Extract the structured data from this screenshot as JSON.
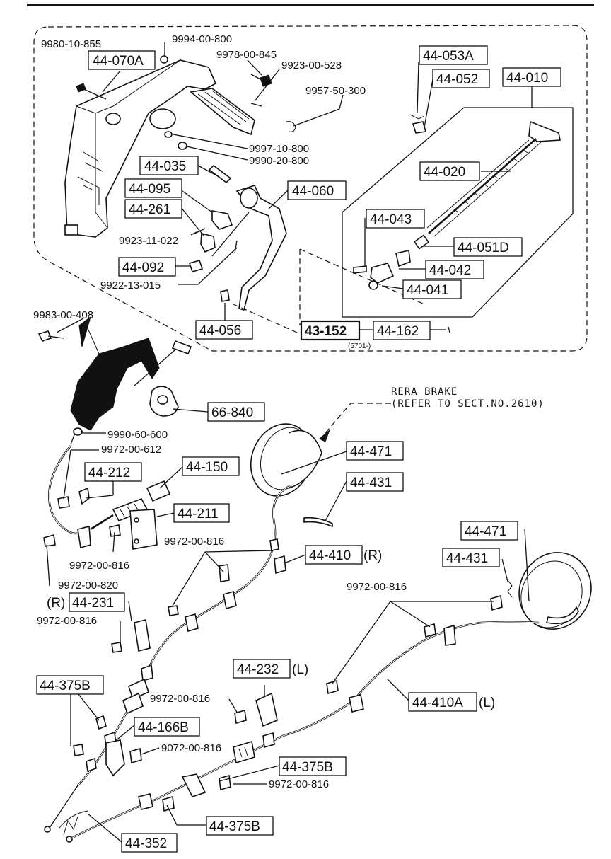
{
  "labels": {
    "p1": "9980-10-855",
    "p2": "44-070A",
    "p3": "9994-00-800",
    "p4": "9978-00-845",
    "p5": "9923-00-528",
    "p6": "9957-50-300",
    "p7": "9997-10-800",
    "p8": "9990-20-800",
    "p9": "44-035",
    "p10": "44-095",
    "p11": "44-261",
    "p12": "9923-11-022",
    "p13": "44-092",
    "p14": "9922-13-015",
    "p15": "44-060",
    "p16": "44-056",
    "p17": "43-152",
    "p18": "44-162",
    "p19": "(5701-)",
    "p20": "44-053A",
    "p21": "44-052",
    "p22": "44-010",
    "p23": "44-020",
    "p24": "44-043",
    "p25": "44-051D",
    "p26": "44-042",
    "p27": "44-041",
    "p28": "9983-00-408",
    "p29": "66-840",
    "p30": "9990-60-600",
    "p31": "9972-00-612",
    "p32": "44-212",
    "p33": "44-150",
    "p34": "44-211",
    "p35": "9972-00-816",
    "p36": "9972-00-816",
    "p37": "9972-00-820",
    "p38": "RERA BRAKE",
    "p39": "(REFER TO SECT.NO.2610)",
    "p40": "44-471",
    "p41": "44-431",
    "p42": "44-410",
    "p43": "(R)",
    "p44": "(R)",
    "p45": "44-231",
    "p46": "9972-00-816",
    "p47": "44-471",
    "p48": "44-431",
    "p49": "9972-00-816",
    "p50": "44-375B",
    "p51": "44-232",
    "p52": "(L)",
    "p53": "9972-00-816",
    "p54": "44-166B",
    "p55": "9072-00-816",
    "p56": "44-410A",
    "p57": "(L)",
    "p58": "44-375B",
    "p59": "9972-00-816",
    "p60": "44-375B",
    "p61": "44-352"
  }
}
